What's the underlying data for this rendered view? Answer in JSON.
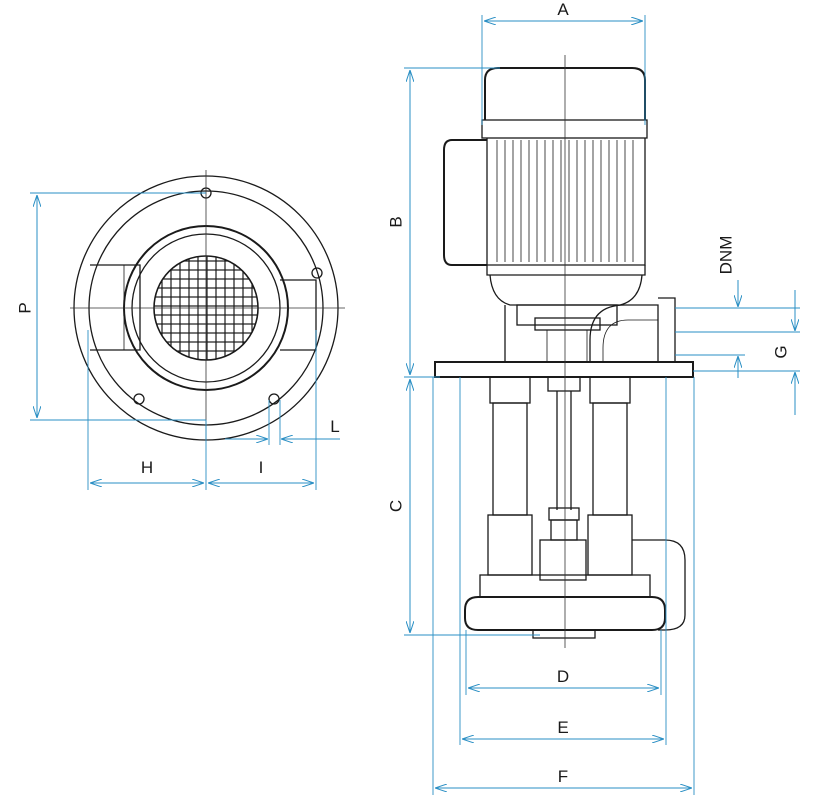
{
  "labels": {
    "A": "A",
    "B": "B",
    "C": "C",
    "D": "D",
    "E": "E",
    "F": "F",
    "G": "G",
    "H": "H",
    "I": "I",
    "L": "L",
    "P": "P",
    "DNM": "DNM"
  },
  "colors": {
    "dimension": "#2a8fc4",
    "outline": "#1a1a1a"
  }
}
